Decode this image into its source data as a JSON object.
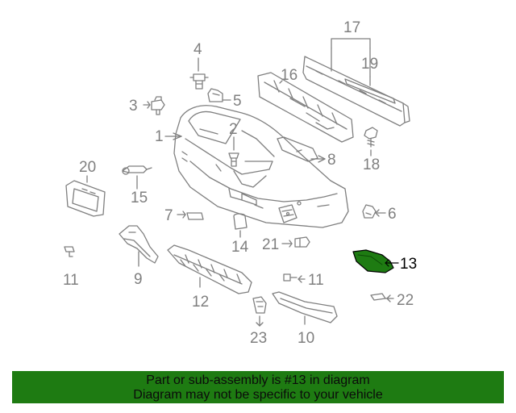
{
  "colors": {
    "line": "#7f7f7f",
    "highlight_fill": "#1e7b12",
    "banner_bg": "#1e7b12",
    "banner_text": "#0b0b0b"
  },
  "callouts": {
    "c1": "1",
    "c2": "2",
    "c3": "3",
    "c4": "4",
    "c5": "5",
    "c6": "6",
    "c7": "7",
    "c8": "8",
    "c9": "9",
    "c10": "10",
    "c11a": "11",
    "c11b": "11",
    "c12": "12",
    "c13": "13",
    "c14": "14",
    "c15": "15",
    "c16": "16",
    "c17": "17",
    "c18": "18",
    "c19": "19",
    "c20": "20",
    "c21": "21",
    "c22": "22",
    "c23": "23"
  },
  "highlighted_part": "13",
  "banner": {
    "line1": "Part or sub-assembly is #13 in diagram",
    "line2": "Diagram may not be specific to your vehicle"
  }
}
